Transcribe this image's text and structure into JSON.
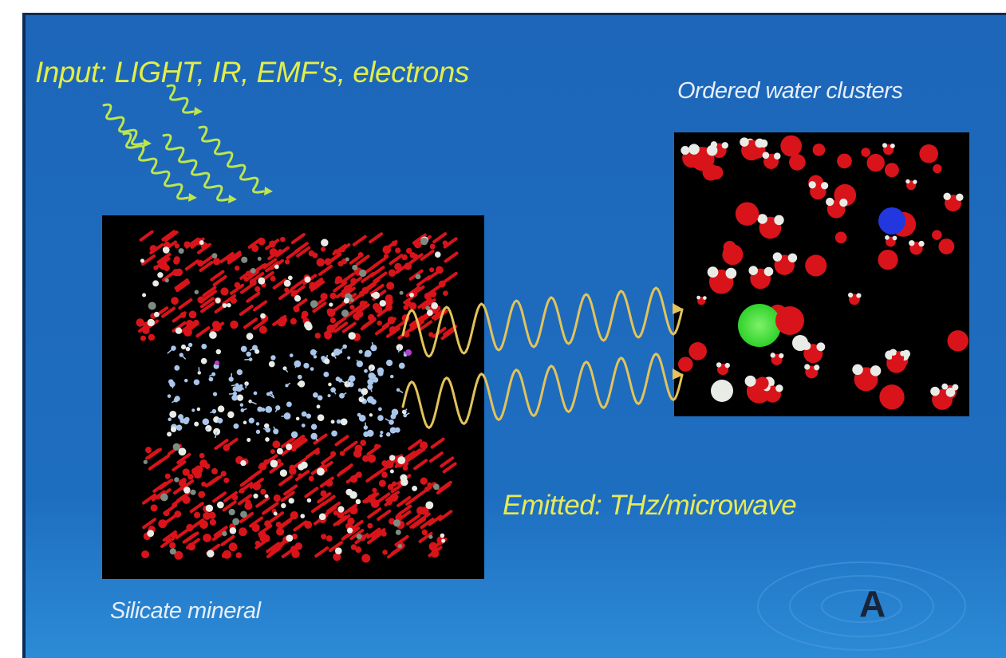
{
  "labels": {
    "input": "Input: LIGHT, IR, EMF's, electrons",
    "water_clusters": "Ordered water clusters",
    "emitted": "Emitted: THz/microwave",
    "silicate": "Silicate mineral",
    "corner_letter": "A"
  },
  "colors": {
    "background": "#1a63b8",
    "panel": "#000000",
    "oxygen": "#d8141a",
    "hydrogen": "#e9ece6",
    "organic": "#a9c6ea",
    "wave_input": "#bde64c",
    "wave_emitted": "#e3c35a",
    "ion_green": "#43e83a",
    "ion_blue": "#2237e0"
  },
  "icons": {
    "input_waves": "squiggle-arrows",
    "emitted_waves": "sine-wave-arrows"
  }
}
